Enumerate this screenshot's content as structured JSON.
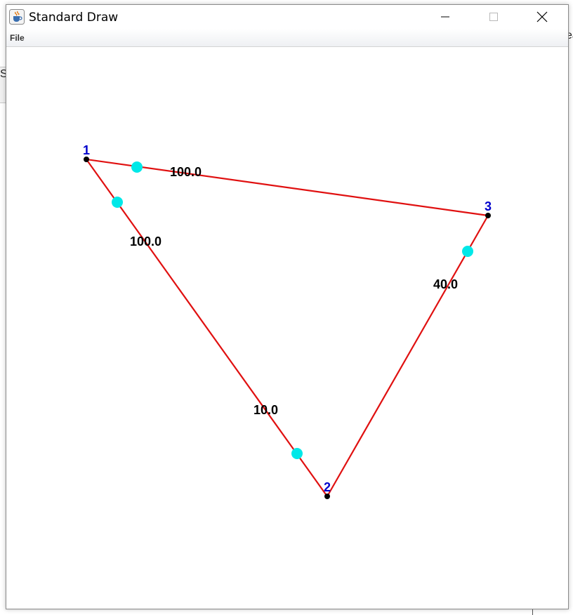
{
  "window": {
    "title": "Standard Draw",
    "menu": {
      "file": "File"
    }
  },
  "background": {
    "left_text": "S",
    "right_text": "ea"
  },
  "graph": {
    "colors": {
      "edge": "#e01010",
      "node": "#000000",
      "node_label": "#0000cc",
      "marker": "#00e8e8",
      "edge_label": "#000000"
    },
    "nodes": [
      {
        "id": "n1",
        "label": "1"
      },
      {
        "id": "n2",
        "label": "2"
      },
      {
        "id": "n3",
        "label": "3"
      }
    ],
    "edges": [
      {
        "id": "e13",
        "from": "1",
        "to": "3",
        "label": "100.0"
      },
      {
        "id": "e12",
        "from": "1",
        "to": "2",
        "label": "100.0"
      },
      {
        "id": "e12b",
        "from": "1",
        "to": "2",
        "label": "10.0"
      },
      {
        "id": "e32",
        "from": "3",
        "to": "2",
        "label": "40.0"
      }
    ]
  }
}
